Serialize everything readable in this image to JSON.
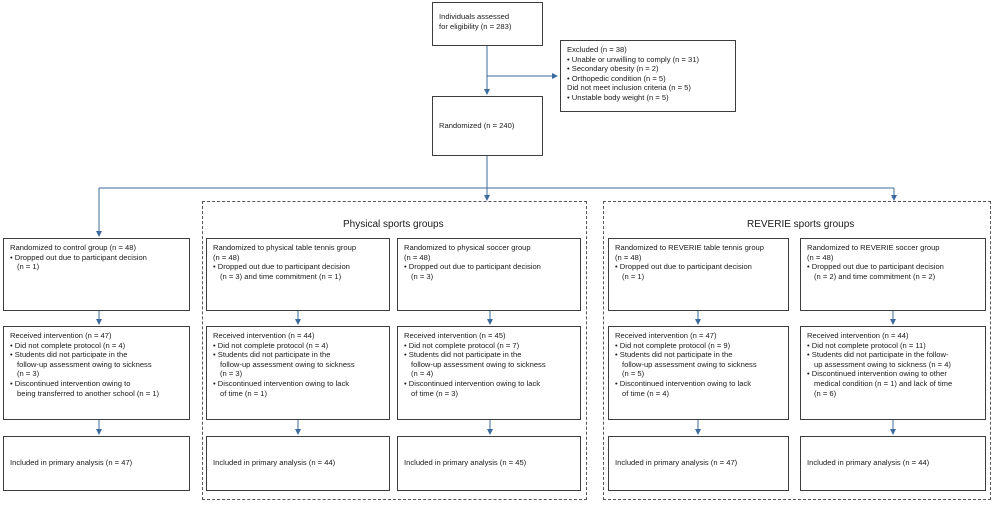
{
  "top": {
    "assessed": [
      "Individuals assessed",
      "for eligibility (n = 283)"
    ],
    "excluded": [
      "Excluded (n = 38)",
      "• Unable or unwilling to comply (n = 31)",
      "• Secondary obesity (n = 2)",
      "• Orthopedic condition (n = 5)",
      "Did not meet inclusion criteria (n = 5)",
      "• Unstable body weight (n = 5)"
    ],
    "randomized": "Randomized (n = 240)"
  },
  "groups": {
    "physical_title": "Physical sports groups",
    "reverie_title": "REVERIE sports groups"
  },
  "arms": [
    {
      "alloc": [
        "Randomized to control group (n = 48)",
        "",
        "• Dropped out due to participant decision",
        "  (n = 1)"
      ],
      "intervention": [
        "Received intervention (n = 47)",
        "• Did not complete protocol (n = 4)",
        "• Students did not participate in the",
        "  follow-up assessment owing to sickness",
        "  (n = 3)",
        "• Discontinued intervention owing to",
        "  being transferred to another school (n = 1)"
      ],
      "analysis": "Included in primary analysis (n = 47)"
    },
    {
      "alloc": [
        "Randomized to physical table tennis group",
        "(n = 48)",
        "• Dropped out due to participant decision",
        "  (n = 3) and time commitment (n = 1)"
      ],
      "intervention": [
        "Received intervention (n = 44)",
        "• Did not complete protocol (n = 4)",
        "• Students did not participate in the",
        "  follow-up assessment owing to sickness",
        "  (n = 3)",
        "• Discontinued intervention owing to lack",
        "  of time (n = 1)"
      ],
      "analysis": "Included in primary analysis (n = 44)"
    },
    {
      "alloc": [
        "Randomized to physical soccer group",
        "(n = 48)",
        "• Dropped out due to participant decision",
        "  (n = 3)"
      ],
      "intervention": [
        "Received intervention (n = 45)",
        "• Did not complete protocol (n = 7)",
        "• Students did not participate in the",
        "  follow-up assessment owing to sickness",
        "  (n = 4)",
        "• Discontinued intervention owing to lack",
        "  of time (n = 3)"
      ],
      "analysis": "Included in primary analysis (n = 45)"
    },
    {
      "alloc": [
        "Randomized to REVERIE table tennis group",
        "(n = 48)",
        "• Dropped out due to participant decision",
        "  (n = 1)"
      ],
      "intervention": [
        "Received intervention (n = 47)",
        "• Did not complete protocol (n = 9)",
        "• Students did not participate in the",
        "  follow-up assessment owing to sickness",
        "  (n = 5)",
        "• Discontinued intervention owing to lack",
        "  of time (n = 4)"
      ],
      "analysis": "Included in primary analysis (n = 47)"
    },
    {
      "alloc": [
        "Randomized to REVERIE soccer group",
        "(n = 48)",
        "• Dropped out due to participant decision",
        "  (n = 2) and time commitment (n = 2)"
      ],
      "intervention": [
        "Received intervention (n = 44)",
        "• Did not complete protocol (n = 11)",
        "• Students did not participate in the follow-",
        "  up assessment owing to sickness (n = 4)",
        "• Discontinued intervention owing to other",
        "  medical condition (n = 1) and lack of time",
        "  (n = 6)"
      ],
      "analysis": "Included in primary analysis (n = 44)"
    }
  ]
}
